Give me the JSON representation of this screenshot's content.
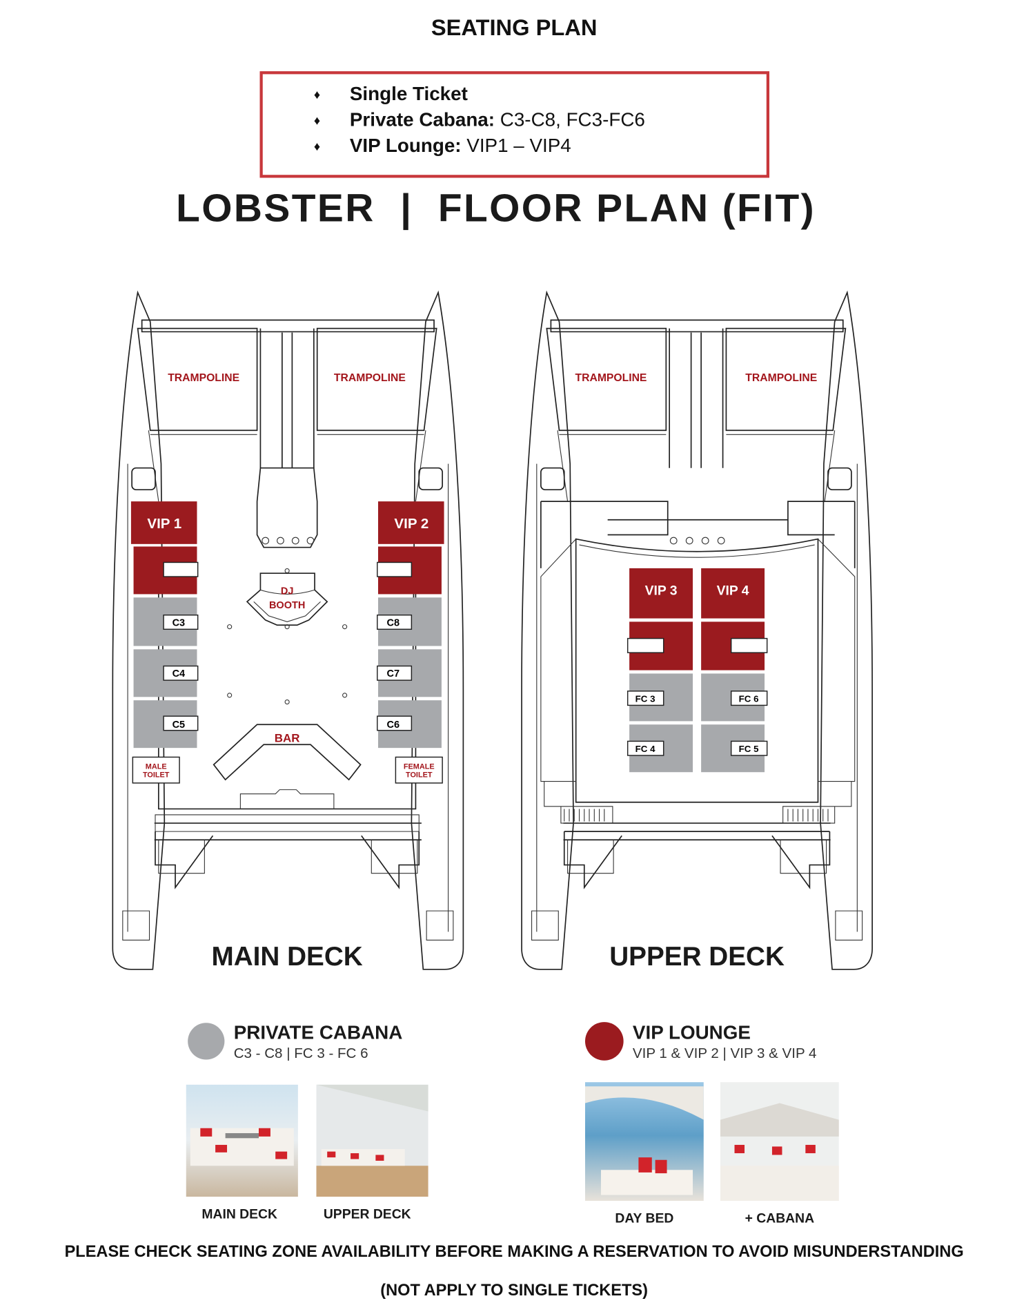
{
  "header": {
    "title": "SEATING PLAN"
  },
  "ticket_box": {
    "items": [
      {
        "bold": "Single Ticket",
        "rest": ""
      },
      {
        "bold": "Private Cabana:",
        "rest": " C3-C8, FC3-FC6"
      },
      {
        "bold": "VIP Lounge:",
        "rest": " VIP1 – VIP4"
      }
    ],
    "bullet": "♦"
  },
  "plan_title": "LOBSTER  |  FLOOR PLAN (FIT)",
  "main_deck": {
    "label": "MAIN DECK",
    "trampolines": [
      "TRAMPOLINE",
      "TRAMPOLINE"
    ],
    "vip": [
      "VIP 1",
      "VIP 2"
    ],
    "cabanas_left": [
      "C3",
      "C4",
      "C5"
    ],
    "cabanas_right": [
      "C8",
      "C7",
      "C6"
    ],
    "dj": [
      "DJ",
      "BOOTH"
    ],
    "bar": "BAR",
    "male_toilet": [
      "MALE",
      "TOILET"
    ],
    "female_toilet": [
      "FEMALE",
      "TOILET"
    ]
  },
  "upper_deck": {
    "label": "UPPER DECK",
    "trampolines": [
      "TRAMPOLINE",
      "TRAMPOLINE"
    ],
    "vip": [
      "VIP 3",
      "VIP 4"
    ],
    "cabanas_left": [
      "FC 3",
      "FC 4"
    ],
    "cabanas_right": [
      "FC 6",
      "FC 5"
    ]
  },
  "legend": {
    "cabana": {
      "title": "PRIVATE CABANA",
      "sub": "C3 - C8 | FC 3 - FC 6",
      "color": "#a7a9ac"
    },
    "vip": {
      "title": "VIP LOUNGE",
      "sub": "VIP 1 & VIP 2 | VIP 3 & VIP 4",
      "color": "#9b1b1f"
    }
  },
  "photos": {
    "captions": [
      "MAIN DECK",
      "UPPER DECK",
      "DAY BED",
      "+ CABANA"
    ]
  },
  "footer": {
    "line1": "PLEASE CHECK SEATING ZONE AVAILABILITY BEFORE MAKING A RESERVATION TO AVOID MISUNDERSTANDING",
    "line2": "(NOT APPLY TO SINGLE TICKETS)"
  }
}
